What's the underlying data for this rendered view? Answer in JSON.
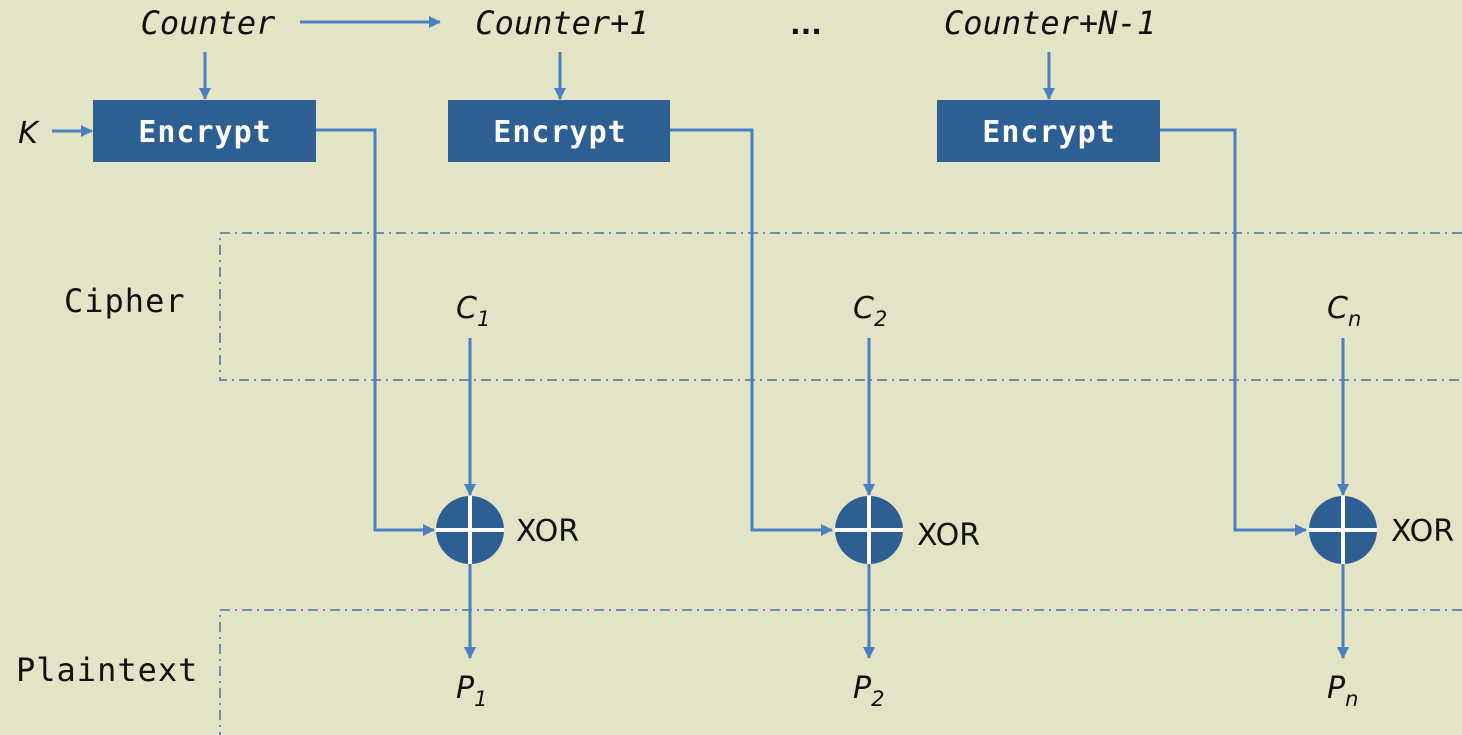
{
  "counters": [
    "Counter",
    "Counter+1",
    "Counter+N-1"
  ],
  "ellipsis": "...",
  "key_label": "K",
  "encrypt_label": "Encrypt",
  "regions": {
    "cipher": "Cipher",
    "plaintext": "Plaintext"
  },
  "cipher_blocks": [
    {
      "base": "C",
      "sub": "1"
    },
    {
      "base": "C",
      "sub": "2"
    },
    {
      "base": "C",
      "sub": "n"
    }
  ],
  "plaintext_blocks": [
    {
      "base": "P",
      "sub": "1"
    },
    {
      "base": "P",
      "sub": "2"
    },
    {
      "base": "P",
      "sub": "n"
    }
  ],
  "xor_label": "XOR",
  "colors": {
    "background": "#e3e3c6",
    "block_fill": "#2d5f93",
    "line": "#4a7fc1",
    "dashed": "#6f8bb0"
  }
}
